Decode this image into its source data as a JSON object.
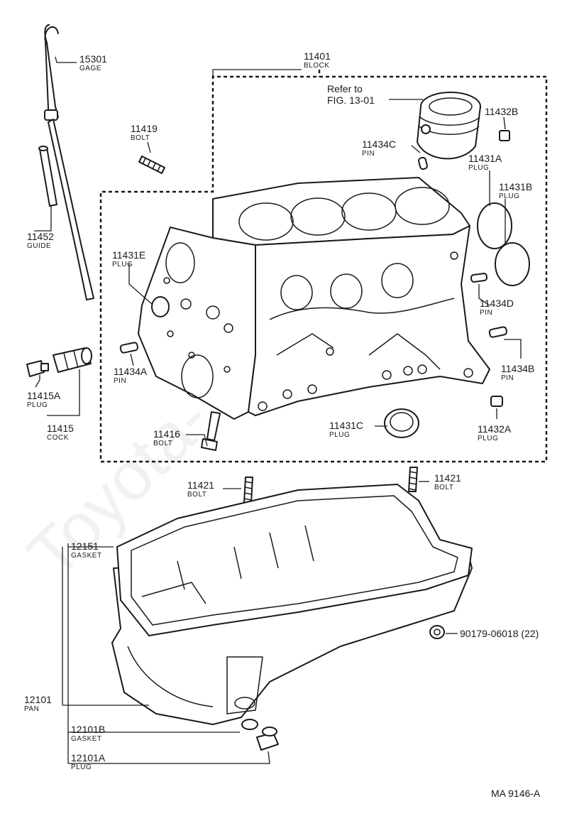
{
  "watermark": "Toyota-Wire.ru",
  "reference": {
    "line1": "Refer to",
    "line2": "FIG. 13-01"
  },
  "figure_code": "MA 9146-A",
  "parts": {
    "gage": {
      "number": "15301",
      "name": "GAGE"
    },
    "block": {
      "number": "11401",
      "name": "BLOCK"
    },
    "bolt_11419": {
      "number": "11419",
      "name": "BOLT"
    },
    "plug_11432b": {
      "number": "11432B"
    },
    "pin_11434c": {
      "number": "11434C",
      "name": "PIN"
    },
    "plug_11431a": {
      "number": "11431A",
      "name": "PLUG"
    },
    "plug_11431b": {
      "number": "11431B",
      "name": "PLUG"
    },
    "guide": {
      "number": "11452",
      "name": "GUIDE"
    },
    "plug_11431e": {
      "number": "11431E",
      "name": "PLUG"
    },
    "pin_11434d": {
      "number": "11434D",
      "name": "PIN"
    },
    "pin_11434a": {
      "number": "11434A",
      "name": "PIN"
    },
    "pin_11434b": {
      "number": "11434B",
      "name": "PIN"
    },
    "plug_11415a": {
      "number": "11415A",
      "name": "PLUG"
    },
    "cock": {
      "number": "11415",
      "name": "COCK"
    },
    "bolt_11416": {
      "number": "11416",
      "name": "BOLT"
    },
    "plug_11431c": {
      "number": "11431C",
      "name": "PLUG"
    },
    "plug_11432a": {
      "number": "11432A",
      "name": "PLUG"
    },
    "bolt_11421_left": {
      "number": "11421",
      "name": "BOLT"
    },
    "bolt_11421_right": {
      "number": "11421",
      "name": "BOLT"
    },
    "gasket_12151": {
      "number": "12151",
      "name": "GASKET"
    },
    "nut": {
      "number": "90179-06018 (22)"
    },
    "pan": {
      "number": "12101",
      "name": "PAN"
    },
    "gasket_12101b": {
      "number": "12101B",
      "name": "GASKET"
    },
    "plug_12101a": {
      "number": "12101A",
      "name": "PLUG"
    }
  }
}
